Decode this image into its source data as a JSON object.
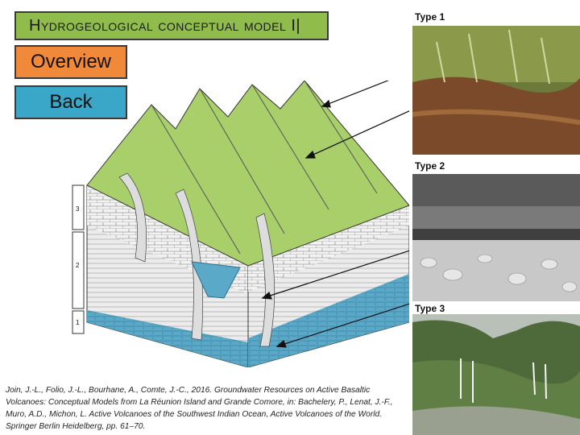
{
  "header": {
    "title": "Hydrogeological conceptual model I"
  },
  "nav": {
    "overview_label": "Overview",
    "back_label": "Back"
  },
  "diagram": {
    "zone_labels": [
      "3",
      "2",
      "1"
    ]
  },
  "photos": [
    {
      "label": "Type 1"
    },
    {
      "label": "Type 2"
    },
    {
      "label": "Type 3"
    }
  ],
  "citation": "Join, J.-L., Folio, J.-L., Bourhane, A., Comte, J.-C., 2016. Groundwater Resources on Active Basaltic Volcanoes: Conceptual Models from La Réunion Island and Grande Comore, in: Bachelery, P., Lenat, J.-F., Muro, A.D., Michon, L. Active Volcanoes of the Southwest Indian Ocean, Active Volcanoes of the World. Springer Berlin Heidelberg, pp. 61–70.",
  "colors": {
    "title_bg": "#8fbc4a",
    "overview_bg": "#f08a3a",
    "back_bg": "#3aa6c8",
    "aquifer": "#5aa9c9",
    "surface": "#a8cf6a"
  }
}
